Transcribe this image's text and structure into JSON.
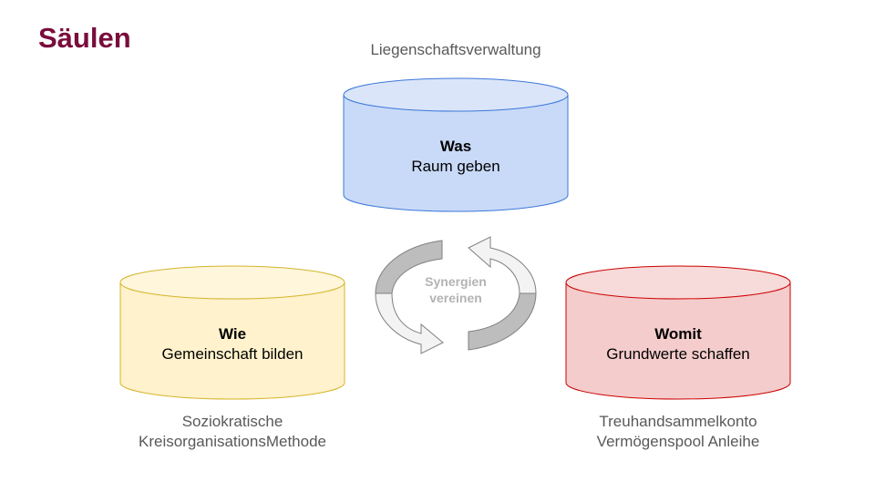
{
  "slide": {
    "title": "Säulen"
  },
  "pillars": {
    "was": {
      "caption": "Liegenschaftsverwaltung",
      "heading": "Was",
      "sub": "Raum geben",
      "fill": "#c9daf8",
      "top_fill": "#dae5fa",
      "stroke": "#3c78d8"
    },
    "wie": {
      "caption_line1": "Soziokratische",
      "caption_line2": "KreisorganisationsMethode",
      "heading": "Wie",
      "sub": "Gemeinschaft bilden",
      "fill": "#fff2cc",
      "top_fill": "#fff6dc",
      "stroke": "#d6b42a"
    },
    "womit": {
      "caption_line1": "Treuhandsammelkonto",
      "caption_line2": "Vermögenspool Anleihe",
      "heading": "Womit",
      "sub": "Grundwerte schaffen",
      "fill": "#f4cccc",
      "top_fill": "#f7dada",
      "stroke": "#cc0000"
    }
  },
  "center": {
    "line1": "Synergien",
    "line2": "vereinen"
  }
}
